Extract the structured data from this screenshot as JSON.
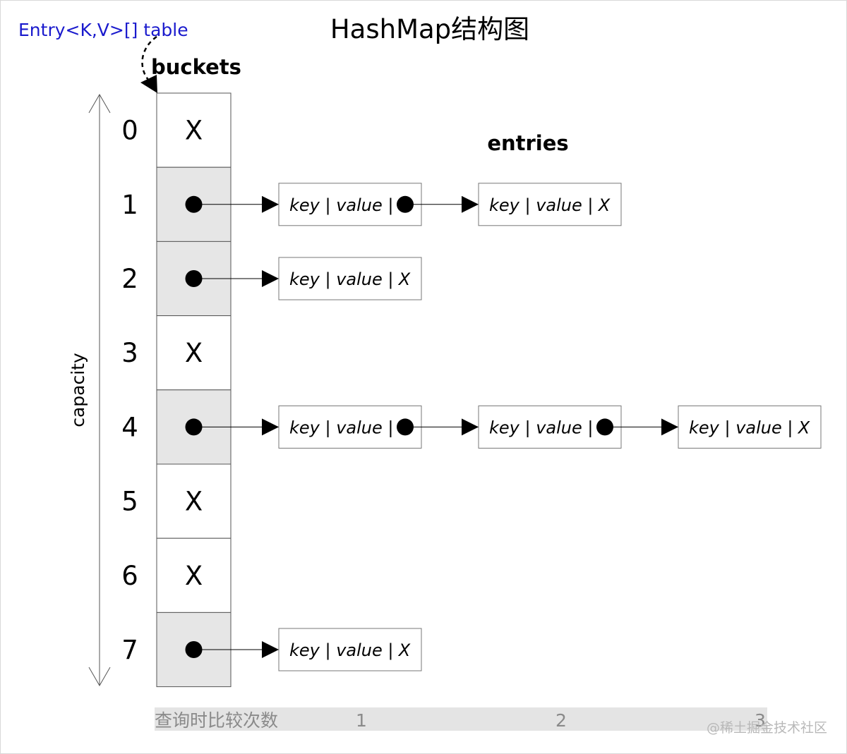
{
  "title": "HashMap结构图",
  "table_label": "Entry<K,V>[] table",
  "buckets_label": "buckets",
  "entries_label": "entries",
  "capacity_label": "capacity",
  "empty_marker": "X",
  "entry_text": "key | value |",
  "buckets": [
    {
      "index": "0",
      "empty": true,
      "chain_length": 0
    },
    {
      "index": "1",
      "empty": false,
      "chain_length": 2
    },
    {
      "index": "2",
      "empty": false,
      "chain_length": 1
    },
    {
      "index": "3",
      "empty": true,
      "chain_length": 0
    },
    {
      "index": "4",
      "empty": false,
      "chain_length": 3
    },
    {
      "index": "5",
      "empty": true,
      "chain_length": 0
    },
    {
      "index": "6",
      "empty": true,
      "chain_length": 0
    },
    {
      "index": "7",
      "empty": false,
      "chain_length": 1
    }
  ],
  "query_bar": {
    "label": "查询时比较次数",
    "ticks": [
      "1",
      "2",
      "3"
    ]
  },
  "watermark": "@稀土掘金技术社区",
  "colors": {
    "table_label": "#1a1acd",
    "filled_bucket": "#e6e6e6",
    "border": "#555555",
    "query_bar_bg": "#e4e4e4",
    "query_bar_text": "#8a8a8a",
    "watermark": "#b8b8b8"
  }
}
